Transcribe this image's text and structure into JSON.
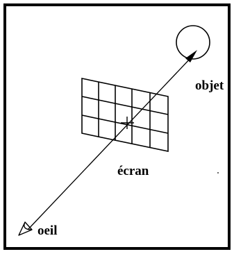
{
  "diagram": {
    "labels": {
      "object": "objet",
      "screen": "écran",
      "eye": "oeil"
    },
    "colors": {
      "ink": "#000000",
      "background": "#ffffff"
    }
  }
}
